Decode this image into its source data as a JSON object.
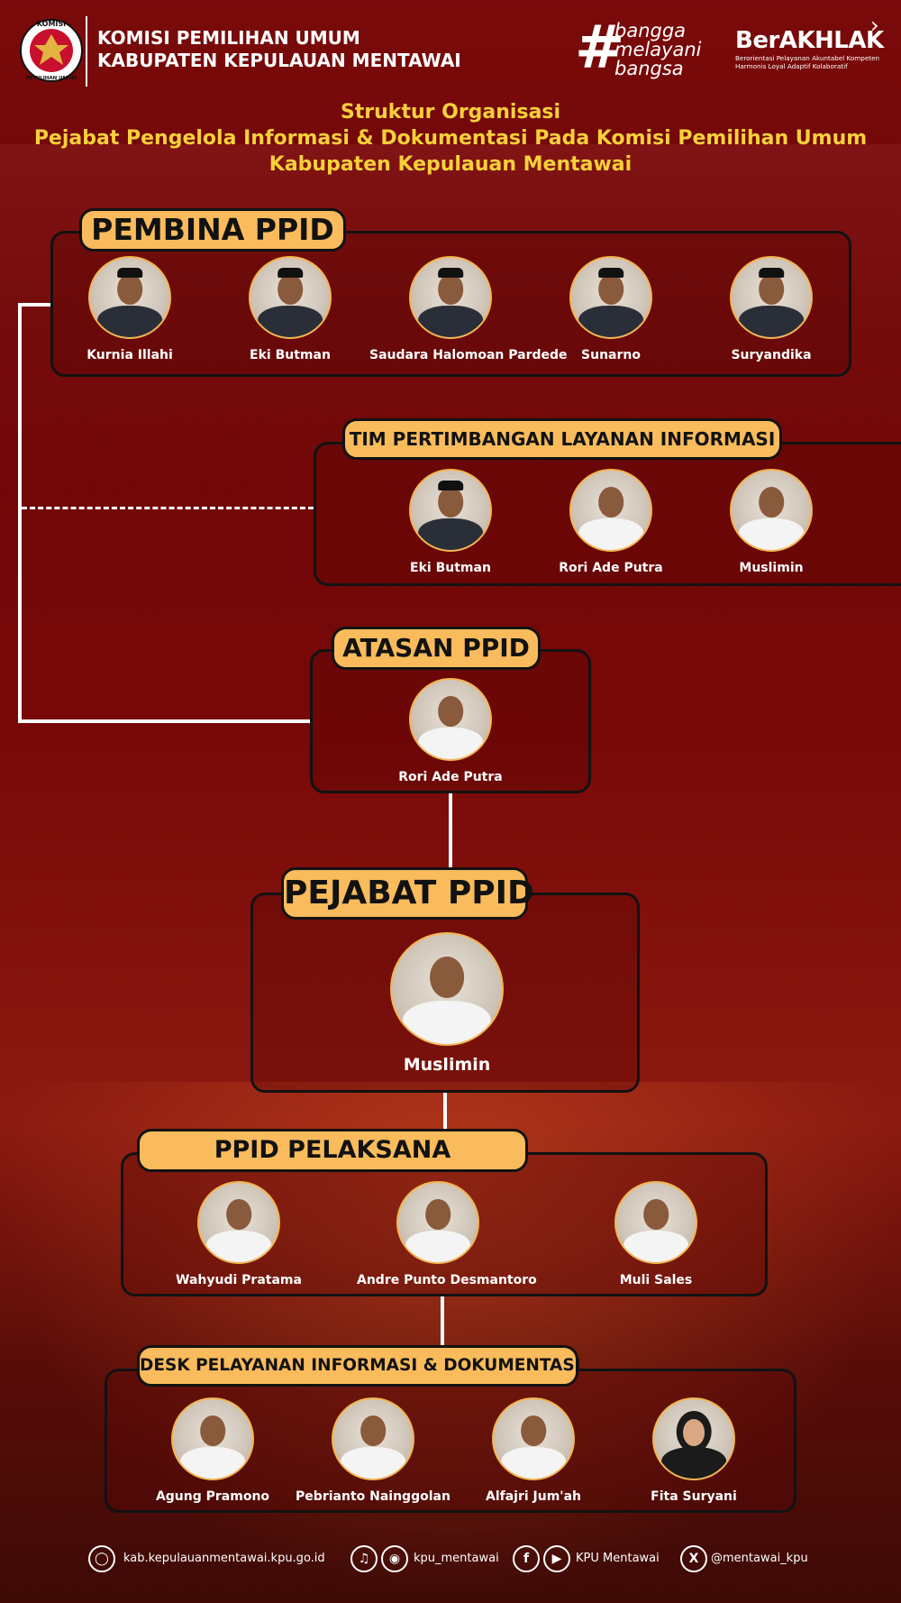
{
  "header": {
    "logo_text_top": "KOMISI",
    "logo_text_bottom": "PEMILIHAN UMUM",
    "org_line1": "KOMISI PEMILIHAN UMUM",
    "org_line2": "KABUPATEN KEPULAUAN MENTAWAI",
    "bangga_hash": "#",
    "bangga_line1": "bangga",
    "bangga_line2": "melayani",
    "bangga_line3": "bangsa",
    "berakhlak": "BerAKHLAK",
    "berakhlak_sub": "Berorientasi Pelayanan Akuntabel Kompeten Harmonis Loyal Adaptif Kolaboratif",
    "chevron": "›"
  },
  "title": {
    "line1": "Struktur Organisasi",
    "line2": "Pejabat Pengelola Informasi & Dokumentasi Pada Komisi Pemilihan Umum",
    "line3": "Kabupaten Kepulauan Mentawai"
  },
  "pembina": {
    "label": "PEMBINA PPID",
    "members": [
      "Kurnia Illahi",
      "Eki Butman",
      "Saudara Halomoan Pardede",
      "Sunarno",
      "Suryandika"
    ]
  },
  "tim": {
    "label": "TIM PERTIMBANGAN LAYANAN INFORMASI",
    "members": [
      "Eki Butman",
      "Rori Ade Putra",
      "Muslimin"
    ]
  },
  "atasan": {
    "label": "ATASAN PPID",
    "members": [
      "Rori Ade Putra"
    ]
  },
  "pejabat": {
    "label": "PEJABAT PPID",
    "members": [
      "Muslimin"
    ]
  },
  "pelaksana": {
    "label": "PPID PELAKSANA",
    "members": [
      "Wahyudi Pratama",
      "Andre Punto Desmantoro",
      "Muli Sales"
    ]
  },
  "desk": {
    "label": "DESK PELAYANAN INFORMASI & DOKUMENTASI",
    "members": [
      "Agung Pramono",
      "Pebrianto Nainggolan",
      "Alfajri Jum'ah",
      "Fita Suryani"
    ]
  },
  "footer": {
    "website": "kab.kepulauanmentawai.kpu.go.id",
    "instagram": "kpu_mentawai",
    "youtube": "KPU Mentawai",
    "x": "@mentawai_kpu",
    "icons": [
      "globe-icon",
      "tiktok-icon",
      "instagram-icon",
      "facebook-icon",
      "youtube-icon",
      "x-icon"
    ]
  },
  "colors": {
    "background": "#7a0a0a",
    "title": "#f8d03a",
    "tag": "#f9bb5c",
    "border": "#121212",
    "photo_ring": "#f3b650"
  }
}
